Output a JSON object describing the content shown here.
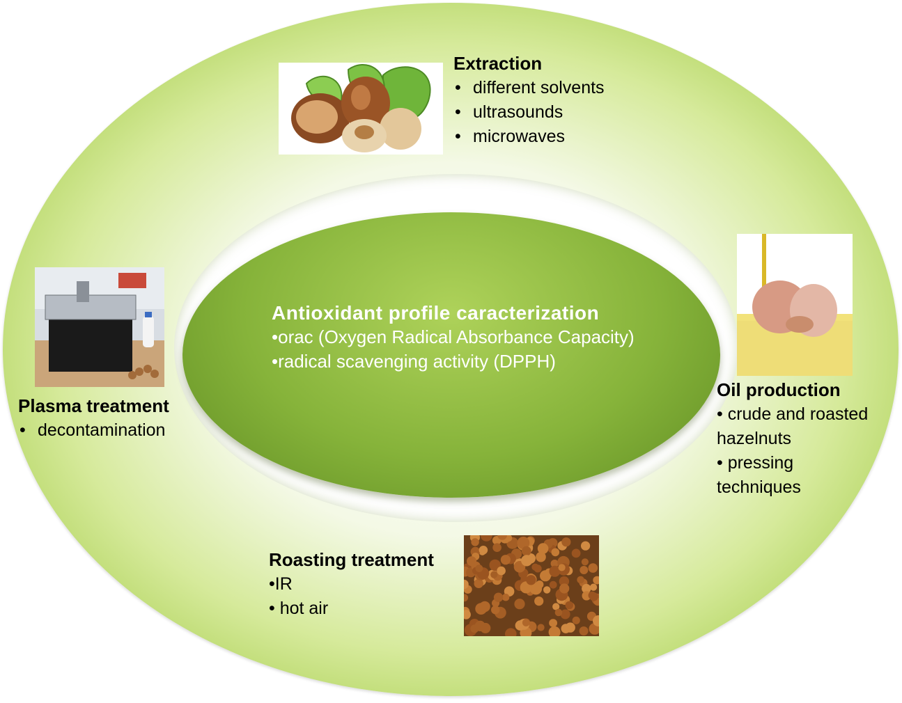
{
  "center": {
    "title": "Antioxidant profile caracterization",
    "items": [
      "•orac (Oxygen Radical Absorbance Capacity)",
      "•radical scavenging  activity  (DPPH)"
    ]
  },
  "extraction": {
    "title": "Extraction",
    "items": [
      "different solvents",
      "ultrasounds",
      "microwaves"
    ]
  },
  "plasma": {
    "title": "Plasma treatment",
    "items": [
      "decontamination"
    ]
  },
  "oil": {
    "title": "Oil production",
    "items": [
      "•  crude and roasted hazelnuts",
      "•  pressing techniques"
    ]
  },
  "roasting": {
    "title": "Roasting treatment",
    "items": [
      "•IR",
      "• hot air"
    ]
  },
  "colors": {
    "ring_outer": "#93bf3a",
    "center_fill": "#86b33a",
    "center_text": "#ffffff"
  }
}
